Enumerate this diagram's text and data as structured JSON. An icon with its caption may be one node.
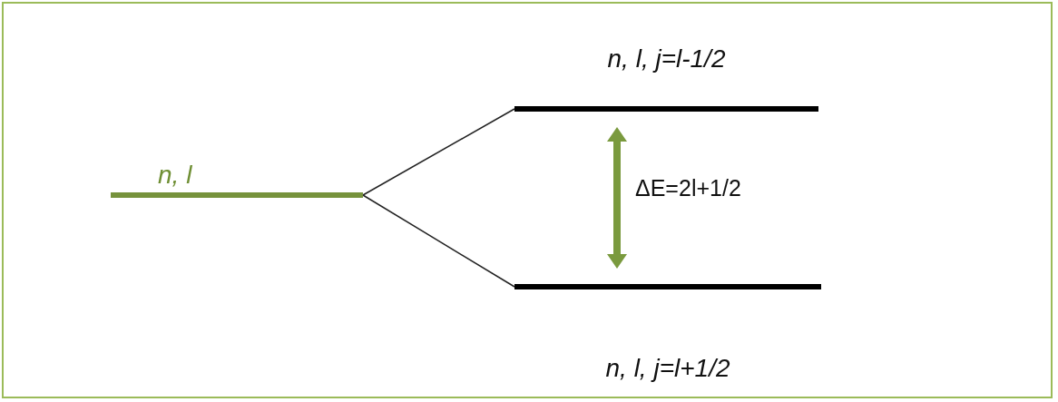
{
  "diagram": {
    "nodes": [
      {
        "text": [
          "n, l"
        ]
      },
      {
        "text": [
          "n, l, j=l-1/2"
        ]
      },
      {
        "text": [
          "n, l, j=l+1/2"
        ]
      }
    ],
    "edges": [
      {
        "from": 0,
        "to": 1,
        "arrow": "none"
      },
      {
        "from": 0,
        "to": 2,
        "arrow": "none"
      }
    ],
    "labels": [
      "ΔE=2l+1/2"
    ]
  }
}
